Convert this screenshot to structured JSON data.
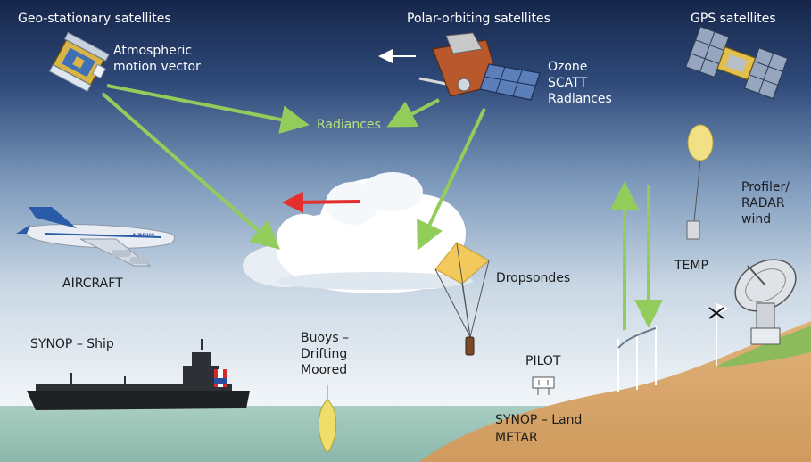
{
  "labels": {
    "geo": "Geo-stationary satellites",
    "polar": "Polar-orbiting satellites",
    "gps": "GPS satellites",
    "amv_1": "Atmospheric",
    "amv_2": "motion vector",
    "radiances": "Radiances",
    "ozone": "Ozone",
    "scatt": "SCATT",
    "radiances_polar": "Radiances",
    "profiler_1": "Profiler/",
    "profiler_2": "RADAR",
    "profiler_3": "wind",
    "temp": "TEMP",
    "aircraft": "AIRCRAFT",
    "dropsondes": "Dropsondes",
    "synop_ship": "SYNOP – Ship",
    "buoys_1": "Buoys –",
    "buoys_2": "Drifting",
    "buoys_3": "Moored",
    "pilot": "PILOT",
    "synop_land": "SYNOP – Land",
    "metar": "METAR"
  },
  "aircraft_logo": "AIRBUS",
  "colors": {
    "sky_top": "#16264a",
    "sky_bottom": "#eef3f7",
    "sea": "#98c2b5",
    "land": "#d7a56a",
    "hill": "#8dbb5c",
    "arrow_green": "#92cd5c",
    "arrow_red": "#e3302e",
    "label_green": "#b7e27a"
  }
}
